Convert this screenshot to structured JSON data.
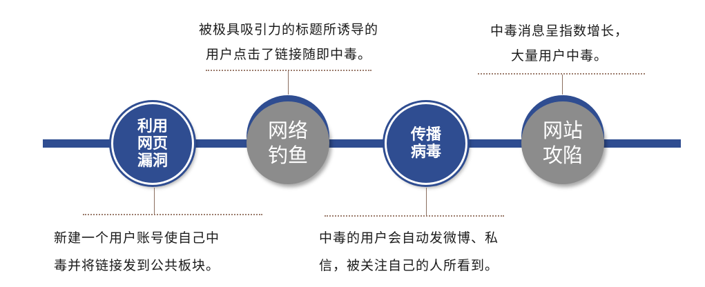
{
  "steps": [
    {
      "label": "利用网页漏洞",
      "style": "blue"
    },
    {
      "label": "网络钓鱼",
      "style": "gray"
    },
    {
      "label": "传播病毒",
      "style": "blue"
    },
    {
      "label": "网站攻陷",
      "style": "gray"
    }
  ],
  "descriptions": {
    "step1": {
      "line1": "新建一个用户账号使自己中",
      "line2": "毒并将链接发到公共板块。"
    },
    "step2": {
      "line1": "被极具吸引力的标题所诱导的",
      "line2": "用户点击了链接随即中毒。"
    },
    "step3": {
      "line1": "中毒的用户会自动发微博、私",
      "line2": "信，被关注自己的人所看到。"
    },
    "step4": {
      "line1": "中毒消息呈指数增长，",
      "line2": "大量用户中毒。"
    }
  },
  "colors": {
    "primary": "#2f4d91",
    "secondary": "#8c8c8c",
    "connector": "#9a7a6a"
  }
}
